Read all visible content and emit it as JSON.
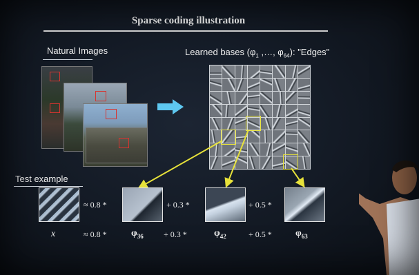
{
  "slide": {
    "title": "Sparse coding illustration",
    "natural_images_label": "Natural Images",
    "bases_label_prefix": "Learned bases (φ",
    "bases_label_sub1": "1",
    "bases_label_mid": " ,…, φ",
    "bases_label_sub2": "64",
    "bases_label_suffix": "):  \"Edges\"",
    "test_example_label": "Test example",
    "row1": {
      "c1": "≈ 0.8 *",
      "c2": "+ 0.3 *",
      "c3": "+ 0.5 *"
    },
    "row2": {
      "x": "x",
      "c1": "≈ 0.8 *",
      "phi1_base": "φ",
      "phi1_sub": "36",
      "c2": "+ 0.3 *",
      "phi2_base": "φ",
      "phi2_sub": "42",
      "c3": "+ 0.5 *",
      "phi3_base": "φ",
      "phi3_sub": "63"
    }
  },
  "colors": {
    "highlight_yellow": "#e7e23a",
    "patch_red": "#d8342f",
    "arrow_cyan": "#5ec8f0"
  }
}
